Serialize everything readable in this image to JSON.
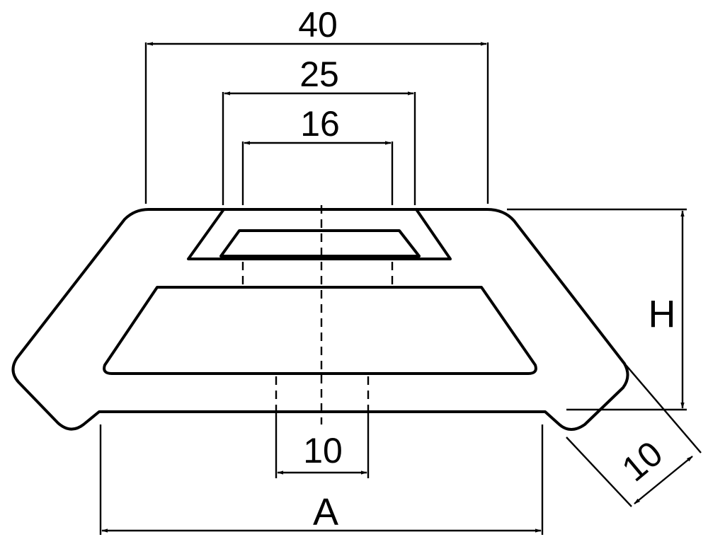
{
  "drawing": {
    "dim_overall_width": "40",
    "dim_mid_width": "25",
    "dim_inner_width": "16",
    "dim_slot_width": "10",
    "dim_base_width": "A",
    "dim_height": "H",
    "dim_flange_thickness": "10"
  }
}
